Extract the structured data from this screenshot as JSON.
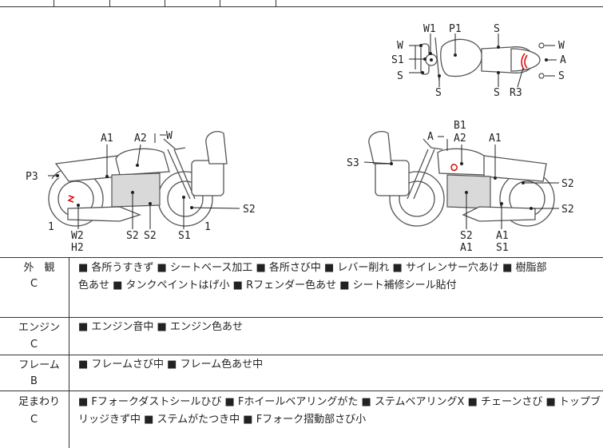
{
  "labels": {
    "top_view": [
      "W1",
      "P1",
      "S",
      "W",
      "W",
      "S1",
      "A",
      "S",
      "S",
      "S",
      "S",
      "R3"
    ],
    "left_view": [
      "A1",
      "A2",
      "W",
      "P3",
      "1",
      "W2",
      "H2",
      "S2",
      "S2",
      "S1",
      "1",
      "S2"
    ],
    "right_view": [
      "B1",
      "A",
      "A2",
      "A1",
      "S3",
      "S2",
      "S2",
      "S2",
      "A1",
      "A1",
      "S1"
    ]
  },
  "sections": [
    {
      "title": "外　観",
      "grade": "C",
      "lines": [
        "■ 各所うすきず ■ シートベース加工 ■ 各所さび中 ■ レバー削れ ■ サイレンサー穴あけ ■ 樹脂部",
        "色あせ ■ タンクペイントはげ小 ■ Rフェンダー色あせ ■ シート補修シール貼付"
      ]
    },
    {
      "title": "エンジン",
      "grade": "C",
      "lines": [
        "■ エンジン音中 ■ エンジン色あせ"
      ]
    },
    {
      "title": "フレーム",
      "grade": "B",
      "lines": [
        "■ フレームさび中 ■ フレーム色あせ中"
      ]
    },
    {
      "title": "足まわり",
      "grade": "C",
      "lines": [
        "■ Fフォークダストシールひび ■ Fホイールベアリングがた ■ ステムベアリングX ■ チェーンさび ■ トップブ",
        "リッジきず中 ■ ステムがたつき中 ■ Fフォーク摺動部さび小"
      ]
    }
  ],
  "colors": {
    "damage_mark": "#dd1111",
    "grid_line": "#333333"
  }
}
